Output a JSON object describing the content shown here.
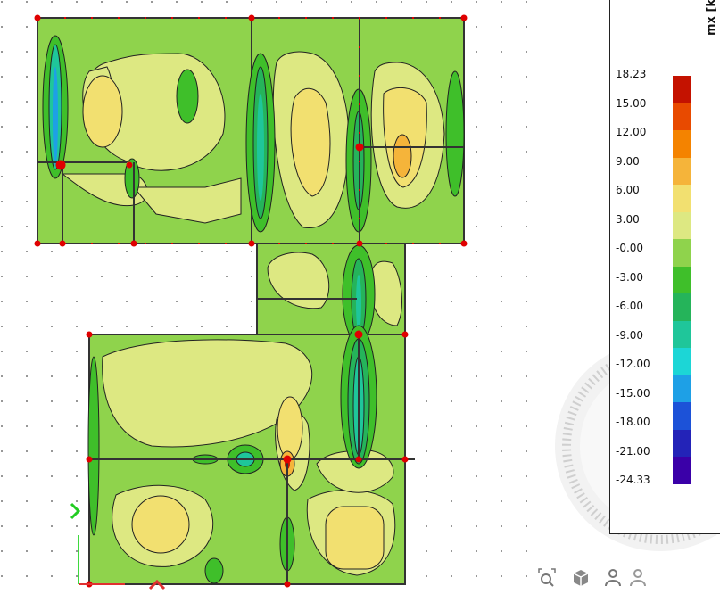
{
  "legend": {
    "title": "mx [kNm/m]",
    "ticks": [
      "18.23",
      "15.00",
      "12.00",
      "9.00",
      "6.00",
      "3.00",
      "-0.00",
      "-3.00",
      "-6.00",
      "-9.00",
      "-12.00",
      "-15.00",
      "-18.00",
      "-21.00",
      "-24.33"
    ],
    "colors": [
      "#c41200",
      "#e84a00",
      "#f48300",
      "#f5b43a",
      "#f2e070",
      "#dde882",
      "#8fd34c",
      "#3fbf2a",
      "#25b45a",
      "#1fc69a",
      "#1cd6d6",
      "#1ea0e6",
      "#1c52d8",
      "#2323b8",
      "#3a00a8"
    ]
  },
  "toolbar": {
    "icons": [
      "zoom-region-icon",
      "view-cube-icon",
      "user-icon",
      "users-icon"
    ]
  }
}
